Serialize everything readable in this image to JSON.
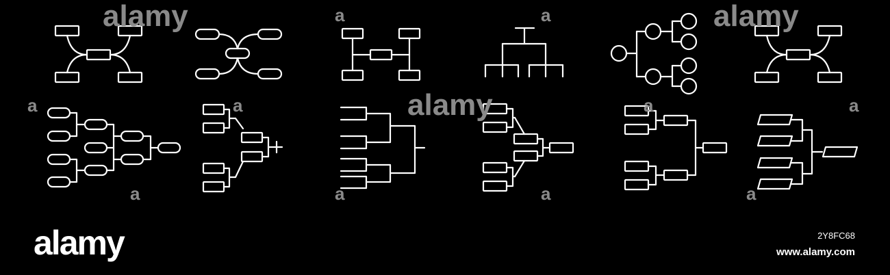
{
  "watermark": {
    "word": "alamy",
    "letter": "a"
  },
  "footer": {
    "logo": "alamy",
    "image_id": "2Y8FC68",
    "site": "www.alamy.com"
  },
  "colors": {
    "background": "#000000",
    "stroke": "#ffffff",
    "watermark": "#8a8a8a"
  },
  "icons": [
    "mind-map-x-icon",
    "mind-map-curved-rounded-icon",
    "h-shaped-connector-icon",
    "tree-hierarchy-icon",
    "circle-tree-icon",
    "mind-map-x-icon-duplicate",
    "rounded-tournament-bracket-icon",
    "small-box-bracket-icon",
    "eight-line-bracket-icon",
    "box-bracket-with-diagonal-links-icon",
    "four-box-bracket-icon",
    "parallelogram-bracket-icon"
  ]
}
